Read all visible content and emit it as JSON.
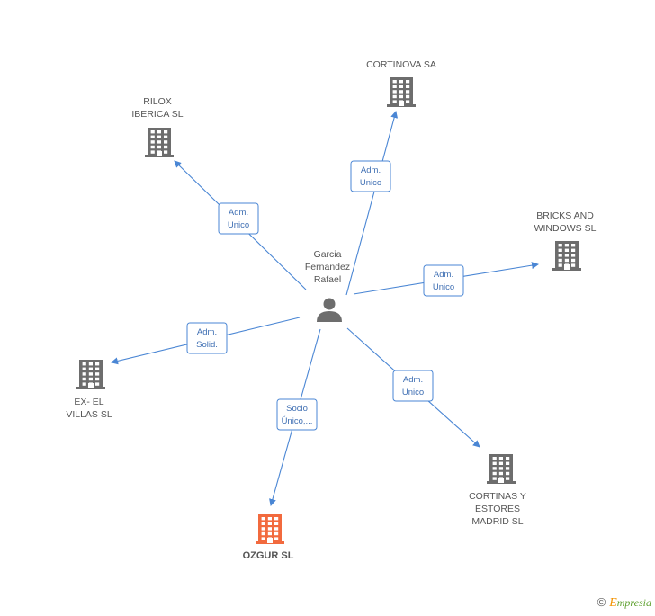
{
  "center": {
    "name_lines": [
      "Garcia",
      "Fernandez",
      "Rafael"
    ],
    "icon": "person-icon"
  },
  "nodes": [
    {
      "id": "cortinova",
      "lines": [
        "CORTINOVA SA"
      ],
      "icon": "building-icon",
      "color": "#6d6d6d"
    },
    {
      "id": "rilox",
      "lines": [
        "RILOX",
        "IBERICA SL"
      ],
      "icon": "building-icon",
      "color": "#6d6d6d"
    },
    {
      "id": "bricks",
      "lines": [
        "BRICKS AND",
        "WINDOWS SL"
      ],
      "icon": "building-icon",
      "color": "#6d6d6d"
    },
    {
      "id": "exel",
      "lines": [
        "EX- EL",
        "VILLAS SL"
      ],
      "icon": "building-icon",
      "color": "#6d6d6d"
    },
    {
      "id": "cortinas",
      "lines": [
        "CORTINAS Y",
        "ESTORES",
        "MADRID SL"
      ],
      "icon": "building-icon",
      "color": "#6d6d6d"
    },
    {
      "id": "ozgur",
      "lines": [
        "OZGUR SL"
      ],
      "icon": "building-icon",
      "color": "#f26a3e",
      "highlight": true
    }
  ],
  "edges": [
    {
      "to": "cortinova",
      "label_lines": [
        "Adm.",
        "Unico"
      ]
    },
    {
      "to": "rilox",
      "label_lines": [
        "Adm.",
        "Unico"
      ]
    },
    {
      "to": "bricks",
      "label_lines": [
        "Adm.",
        "Unico"
      ]
    },
    {
      "to": "exel",
      "label_lines": [
        "Adm.",
        "Solid."
      ]
    },
    {
      "to": "cortinas",
      "label_lines": [
        "Adm.",
        "Unico"
      ]
    },
    {
      "to": "ozgur",
      "label_lines": [
        "Socio",
        "Único,..."
      ]
    }
  ],
  "colors": {
    "edge": "#4a86d4",
    "building": "#6d6d6d",
    "highlight": "#f26a3e",
    "person": "#6d6d6d"
  },
  "brand": {
    "copyright": "©",
    "initial": "E",
    "rest": "mpresia"
  }
}
